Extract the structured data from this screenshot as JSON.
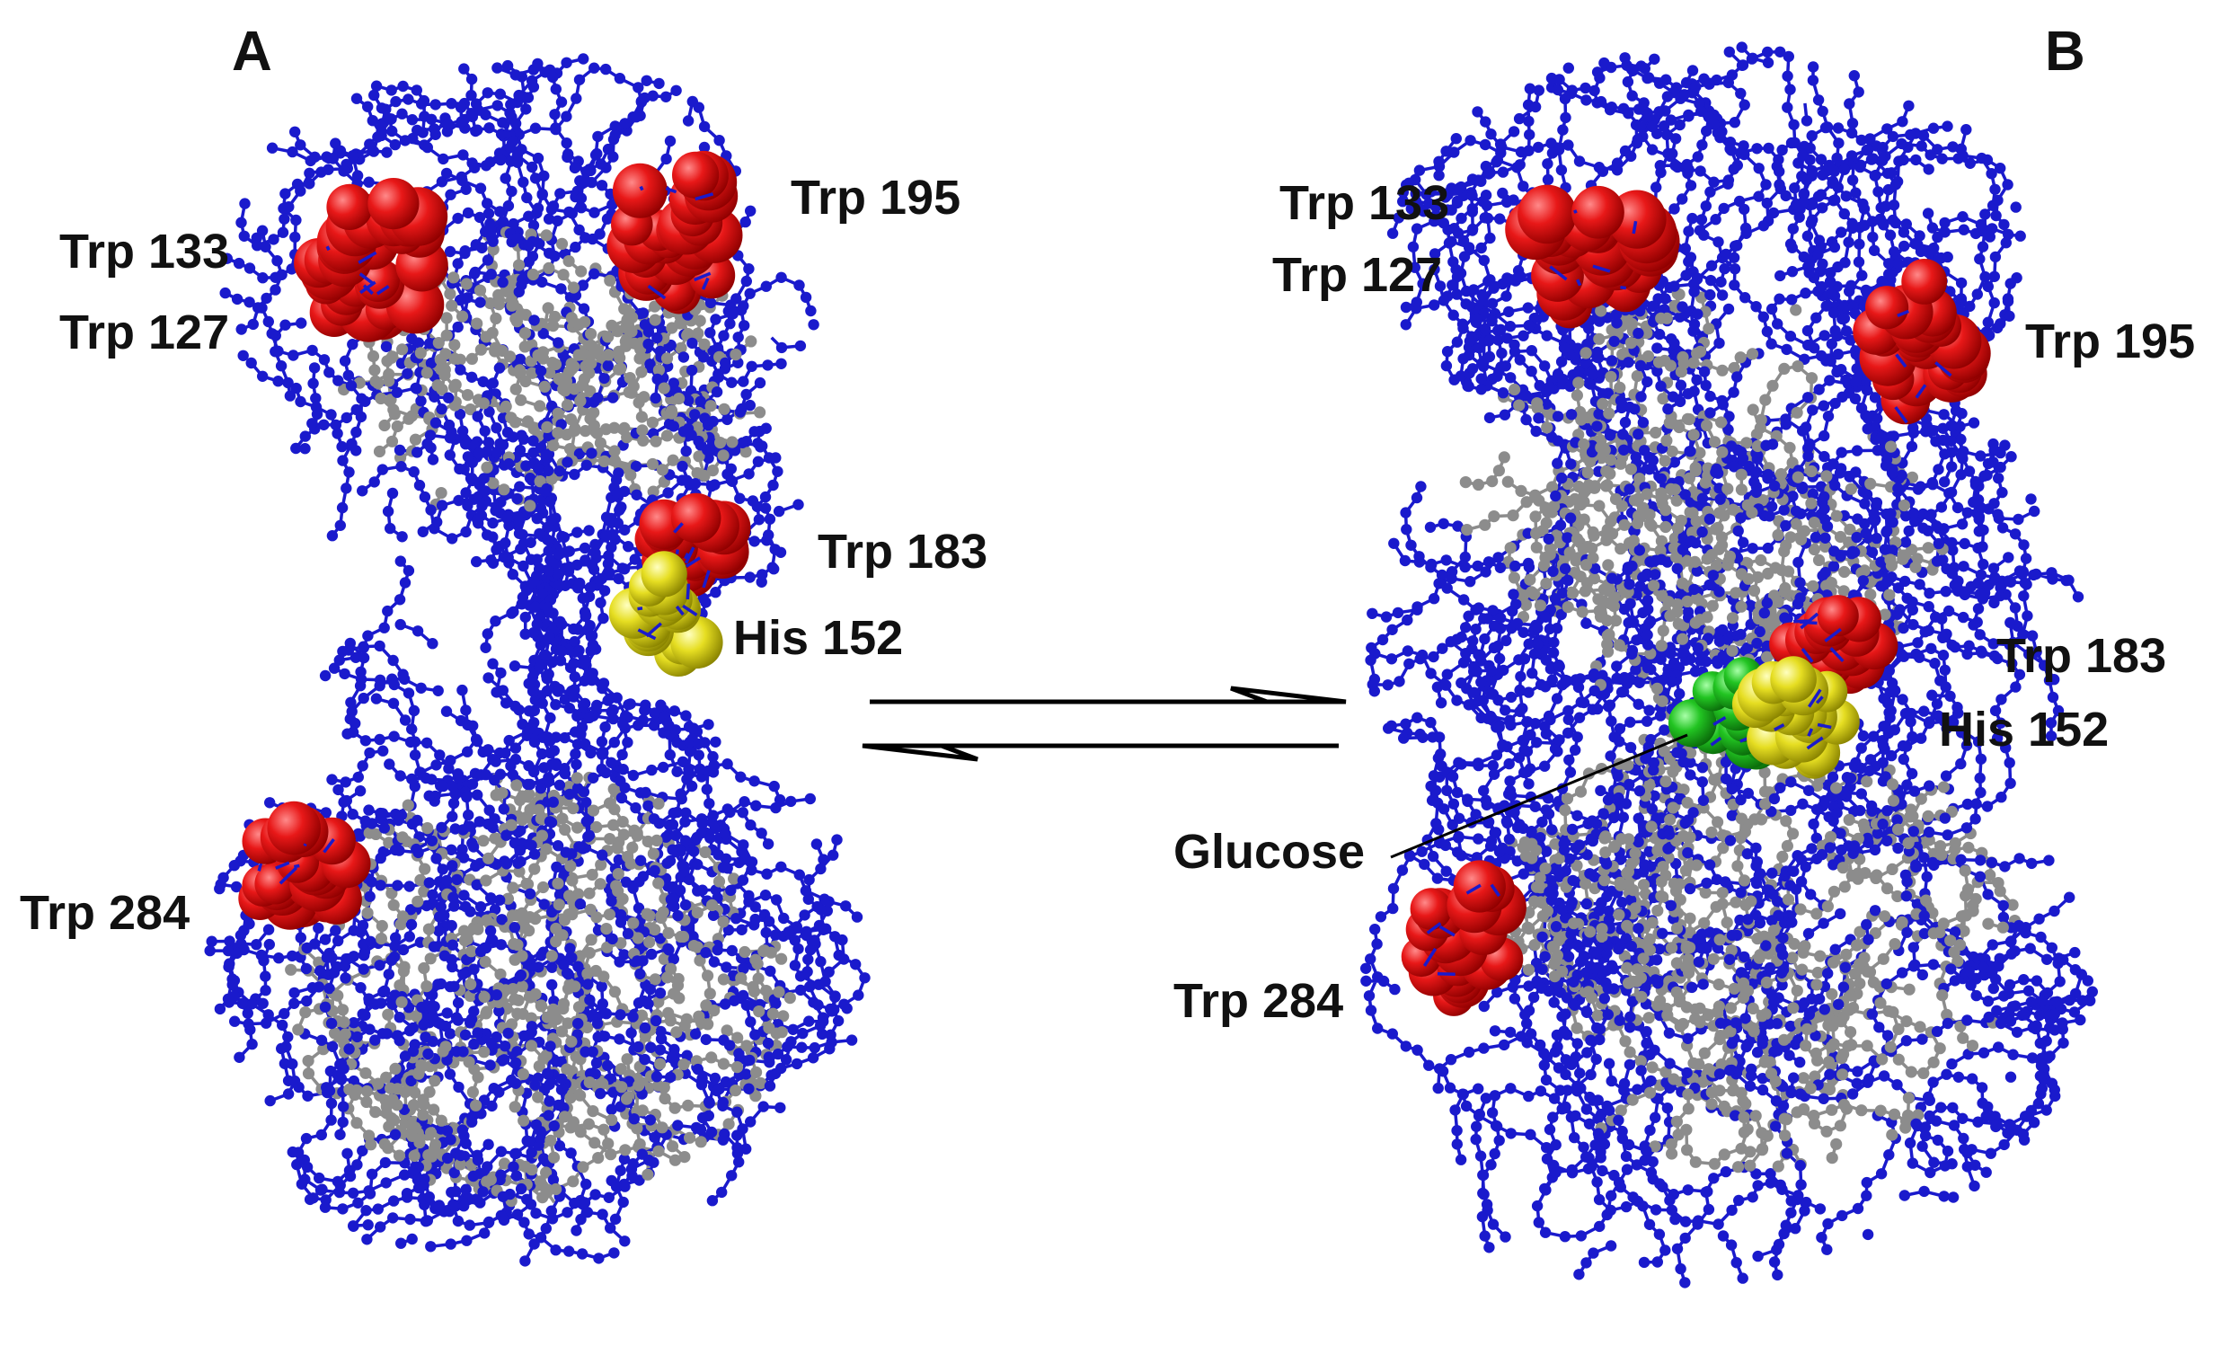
{
  "panels": [
    {
      "letter": "A",
      "labels": [
        "Trp 133",
        "Trp 127",
        "Trp 195",
        "Trp 183",
        "His 152",
        "Trp 284"
      ]
    },
    {
      "letter": "B",
      "labels": [
        "Trp 133",
        "Trp 127",
        "Trp 195",
        "Trp 183",
        "His 152",
        "Glucose",
        "Trp 284"
      ]
    }
  ],
  "colors": {
    "backbone": "#1a1acc",
    "carbon": "#8c8c8c",
    "tryptophan": "#e01010",
    "histidine": "#e8e020",
    "glucose": "#20c020",
    "arrow": "#000000"
  },
  "equilibrium": "reversible-arrows"
}
